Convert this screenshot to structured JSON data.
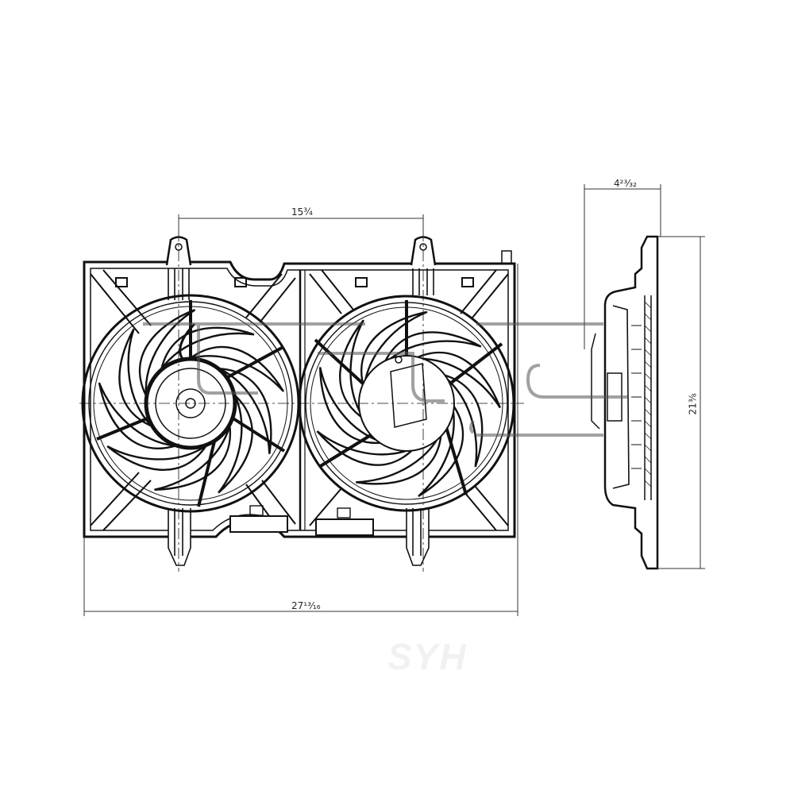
{
  "diagram": {
    "subject": "Dual radiator cooling fan assembly",
    "views": [
      "front-view",
      "side-view"
    ],
    "line_color": "#111111",
    "background": "#ffffff",
    "dimensions": {
      "top_span": "15¾",
      "side_depth": "4²³⁄₃₂",
      "overall_height": "21⅜",
      "overall_width": "27¹³⁄₁₆"
    },
    "overlay_logo": "TYC",
    "watermark_text": "SYH"
  }
}
